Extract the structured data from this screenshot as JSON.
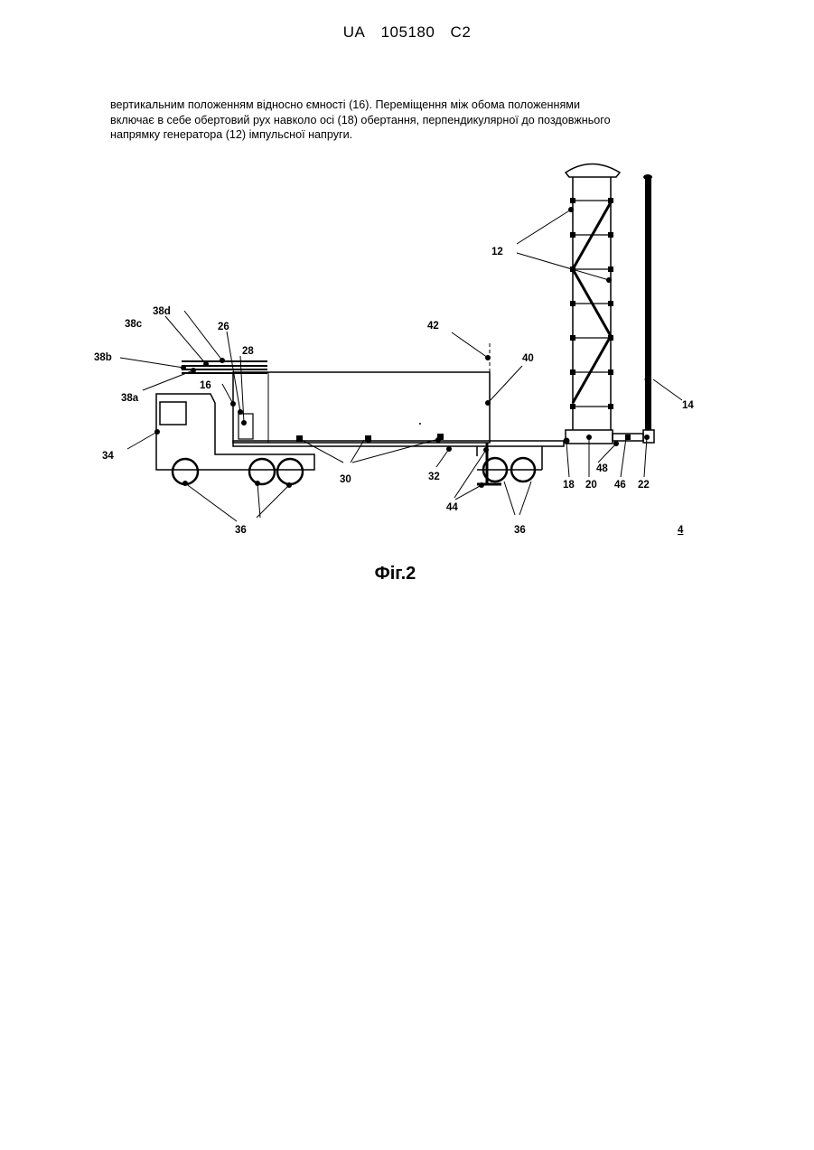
{
  "header": {
    "country": "UA",
    "number": "105180",
    "kind": "C2"
  },
  "paragraph": [
    "вертикальним положенням відносно ємності (16). Переміщення між обома положеннями",
    "включає в себе обертовий рух навколо осі (18) обертання, перпендикулярної до поздовжнього",
    "напрямку генератора (12) імпульсної напруги."
  ],
  "figure": {
    "caption": "Фіг.2",
    "labels": {
      "l12": "12",
      "l14": "14",
      "l16": "16",
      "l18": "18",
      "l20": "20",
      "l22": "22",
      "l26": "26",
      "l28": "28",
      "l30": "30",
      "l32": "32",
      "l34": "34",
      "l36a": "36",
      "l36b": "36",
      "l38a": "38a",
      "l38b": "38b",
      "l38c": "38c",
      "l38d": "38d",
      "l40": "40",
      "l42": "42",
      "l44": "44",
      "l46": "46",
      "l48": "48",
      "l4": "4"
    }
  }
}
